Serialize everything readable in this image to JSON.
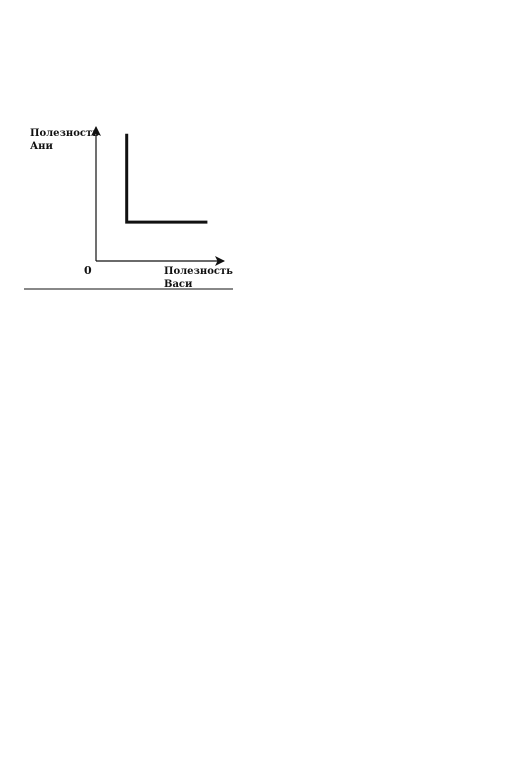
{
  "chart_data": {
    "type": "line",
    "title": "",
    "xlabel": [
      "Полезность",
      "Васи"
    ],
    "ylabel": [
      "Полезность",
      "Ани"
    ],
    "origin_label": "0",
    "xlim": [
      0,
      1
    ],
    "ylim": [
      0,
      1
    ],
    "grid": false,
    "legend": "none",
    "series": [
      {
        "x": [
          0.24,
          0.24,
          0.87
        ],
        "y": [
          0.95,
          0.29,
          0.29
        ]
      }
    ]
  },
  "colors": {
    "ink": "#111111",
    "background": "#ffffff"
  }
}
